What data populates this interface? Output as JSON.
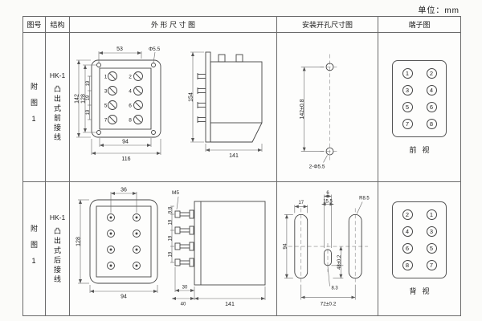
{
  "unit_label": "单位：mm",
  "headers": {
    "fig_no": "图号",
    "structure": "结构",
    "outline": "外 形 尺 寸 图",
    "install": "安装开孔尺寸图",
    "terminal": "端子图"
  },
  "row1": {
    "fig_no": "附图1",
    "model": "HK-1",
    "structure": "凸出式前接线",
    "outline": {
      "dim_top": "53",
      "dim_hole": "Φ5.5",
      "dim_h_outer": "142",
      "dim_h_inner": "128",
      "dim_seg1": "19",
      "dim_seg2": "19",
      "dim_seg3": "19",
      "dim_w_inner": "94",
      "dim_w_outer": "116",
      "dim_side_h": "154",
      "dim_side_w": "141",
      "terminals": [
        "1",
        "2",
        "3",
        "4",
        "5",
        "6",
        "7",
        "8"
      ]
    },
    "install": {
      "dim_height": "142±0.8",
      "hole_label": "2-Φ5.5"
    },
    "terminal": {
      "rows": [
        [
          "1",
          "2"
        ],
        [
          "3",
          "4"
        ],
        [
          "5",
          "6"
        ],
        [
          "7",
          "8"
        ]
      ],
      "view_label": "前视"
    }
  },
  "row2": {
    "fig_no": "附图1",
    "model": "HK-1",
    "structure": "凸出式后接线",
    "outline": {
      "dim_top": "36",
      "dim_h": "128",
      "dim_w": "94",
      "screw_label": "M5",
      "dim_seg0": "9.8",
      "dim_seg1": "19",
      "dim_seg2": "19",
      "dim_seg3": "19",
      "dim_30": "30",
      "dim_40": "40",
      "dim_side_w": "141"
    },
    "install": {
      "dim_17": "17",
      "dim_6": "6",
      "dim_155": "15.5",
      "dim_r": "R8.5",
      "dim_94": "94",
      "dim_48": "48±0.2",
      "dim_83": "8.3",
      "dim_72": "72±0.2"
    },
    "terminal": {
      "rows": [
        [
          "2",
          "1"
        ],
        [
          "4",
          "3"
        ],
        [
          "6",
          "5"
        ],
        [
          "8",
          "7"
        ]
      ],
      "view_label": "背视"
    }
  }
}
